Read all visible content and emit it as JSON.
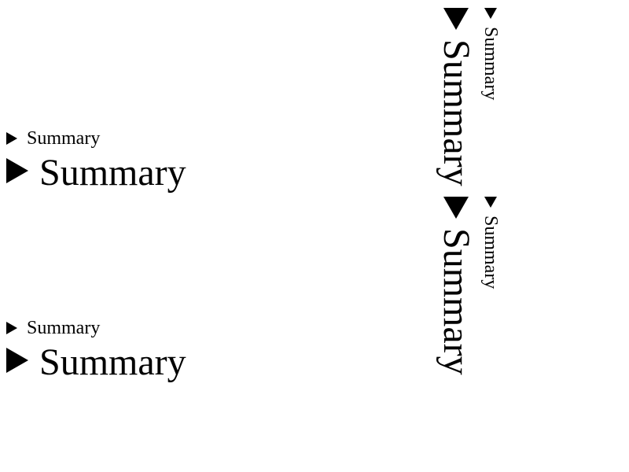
{
  "details": {
    "h1_small": {
      "label": "Summary"
    },
    "h1_large": {
      "label": "Summary"
    },
    "h2_small": {
      "label": "Summary"
    },
    "h2_large": {
      "label": "Summary"
    },
    "v1_large": {
      "label": "Summary"
    },
    "v1_small": {
      "label": "Summary"
    },
    "v2_large": {
      "label": "Summary"
    },
    "v2_small": {
      "label": "Summary"
    }
  },
  "icons": {
    "collapsed": "triangle-right-icon",
    "vertical": "triangle-down-icon"
  }
}
